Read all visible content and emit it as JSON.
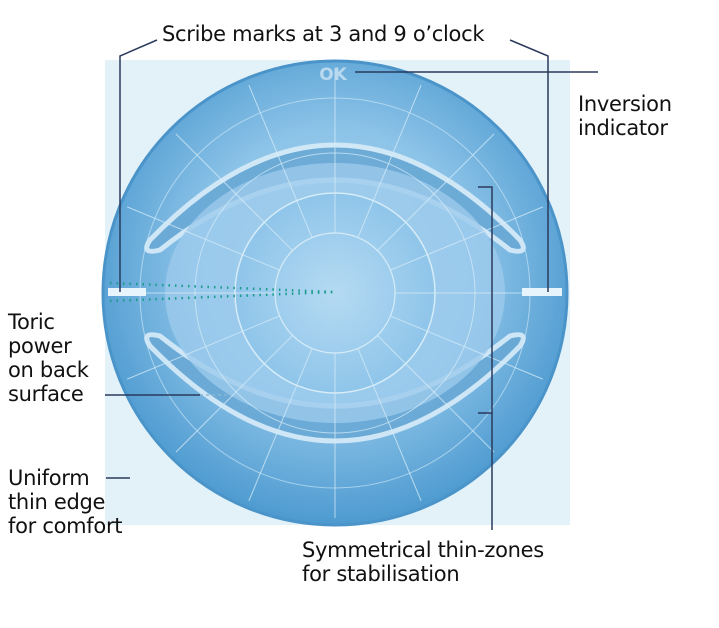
{
  "labels": {
    "scribe": "Scribe marks at 3 and 9 o’clock",
    "inversion": [
      "Inversion",
      "indicator"
    ],
    "toric": [
      "Toric",
      "power",
      "on back",
      "surface"
    ],
    "uniform": [
      "Uniform",
      "thin edge",
      "for comfort"
    ],
    "symmetrical": [
      "Symmetrical thin-zones",
      "for stabilisation"
    ],
    "ok_mark": "OK"
  },
  "colors": {
    "lens_outer": "#5fa8d8",
    "lens_inner": "#a9d2ee",
    "leader": "#2b3a5c",
    "dots": "#1a9a8a"
  }
}
